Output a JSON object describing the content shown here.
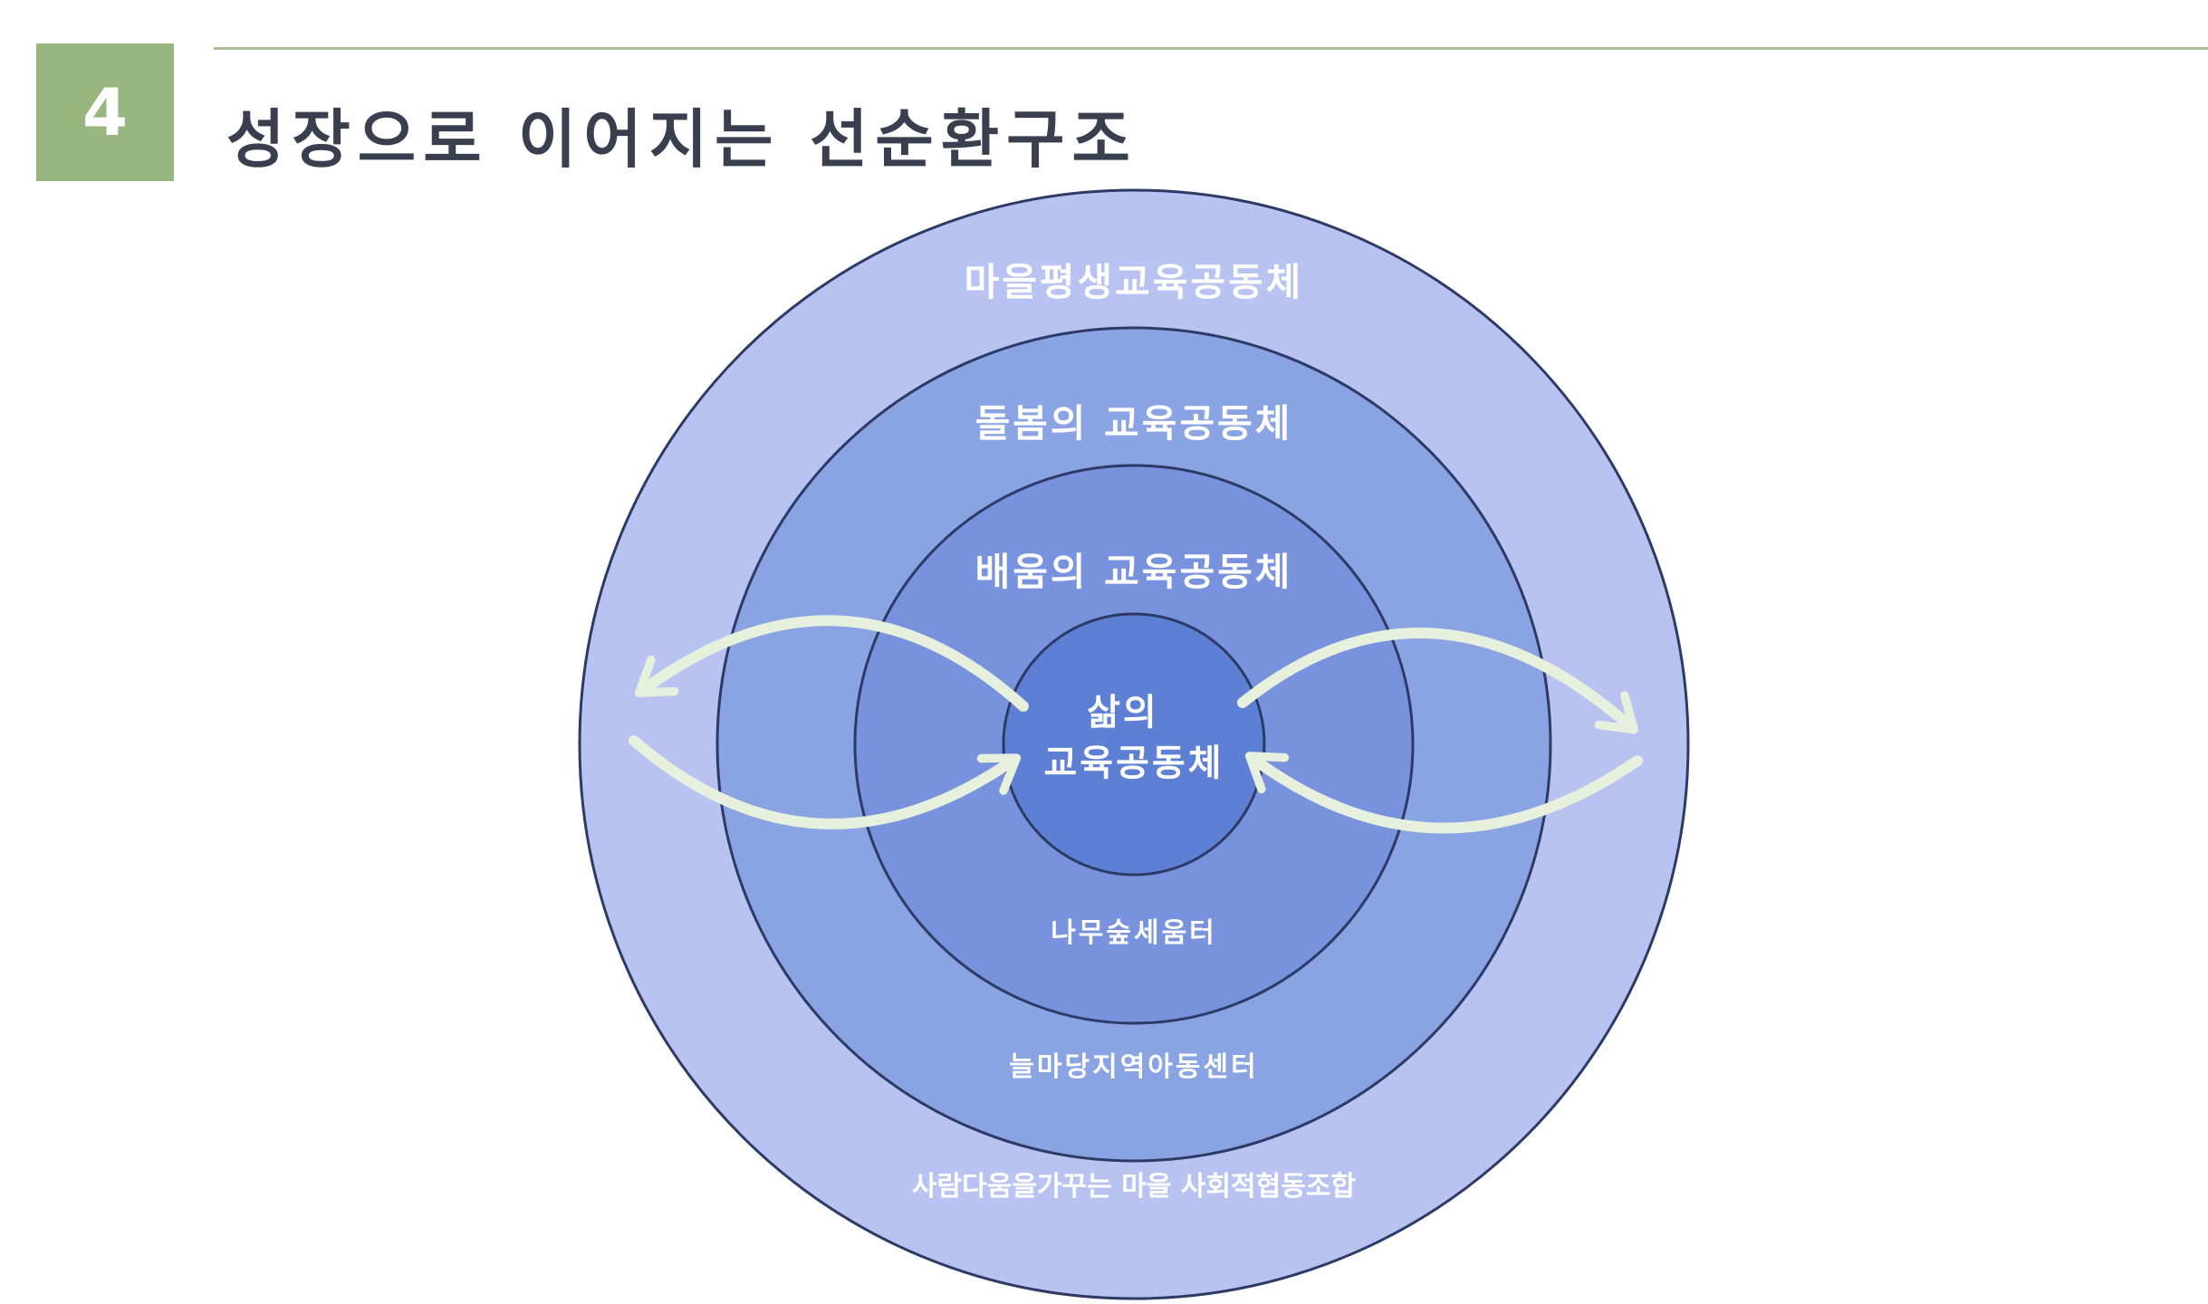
{
  "header": {
    "section_number": "4",
    "title": "성장으로 이어지는 선순환구조"
  },
  "diagram": {
    "rings": [
      {
        "label": "마을평생교육공동체",
        "org": "사람다움을가꾸는 마을 사회적협동조합",
        "color": "#b8c3f1"
      },
      {
        "label": "돌봄의 교육공동체",
        "org": "늘마당지역아동센터",
        "color": "#8aa3e2"
      },
      {
        "label": "배움의 교육공동체",
        "org": "나무숲세움터",
        "color": "#7992dd"
      },
      {
        "label_line1": "삶의",
        "label_line2": "교육공동체",
        "color": "#5d80d4"
      }
    ],
    "stroke_color": "#2d3a66",
    "arrow_color": "#e6f0dc"
  }
}
